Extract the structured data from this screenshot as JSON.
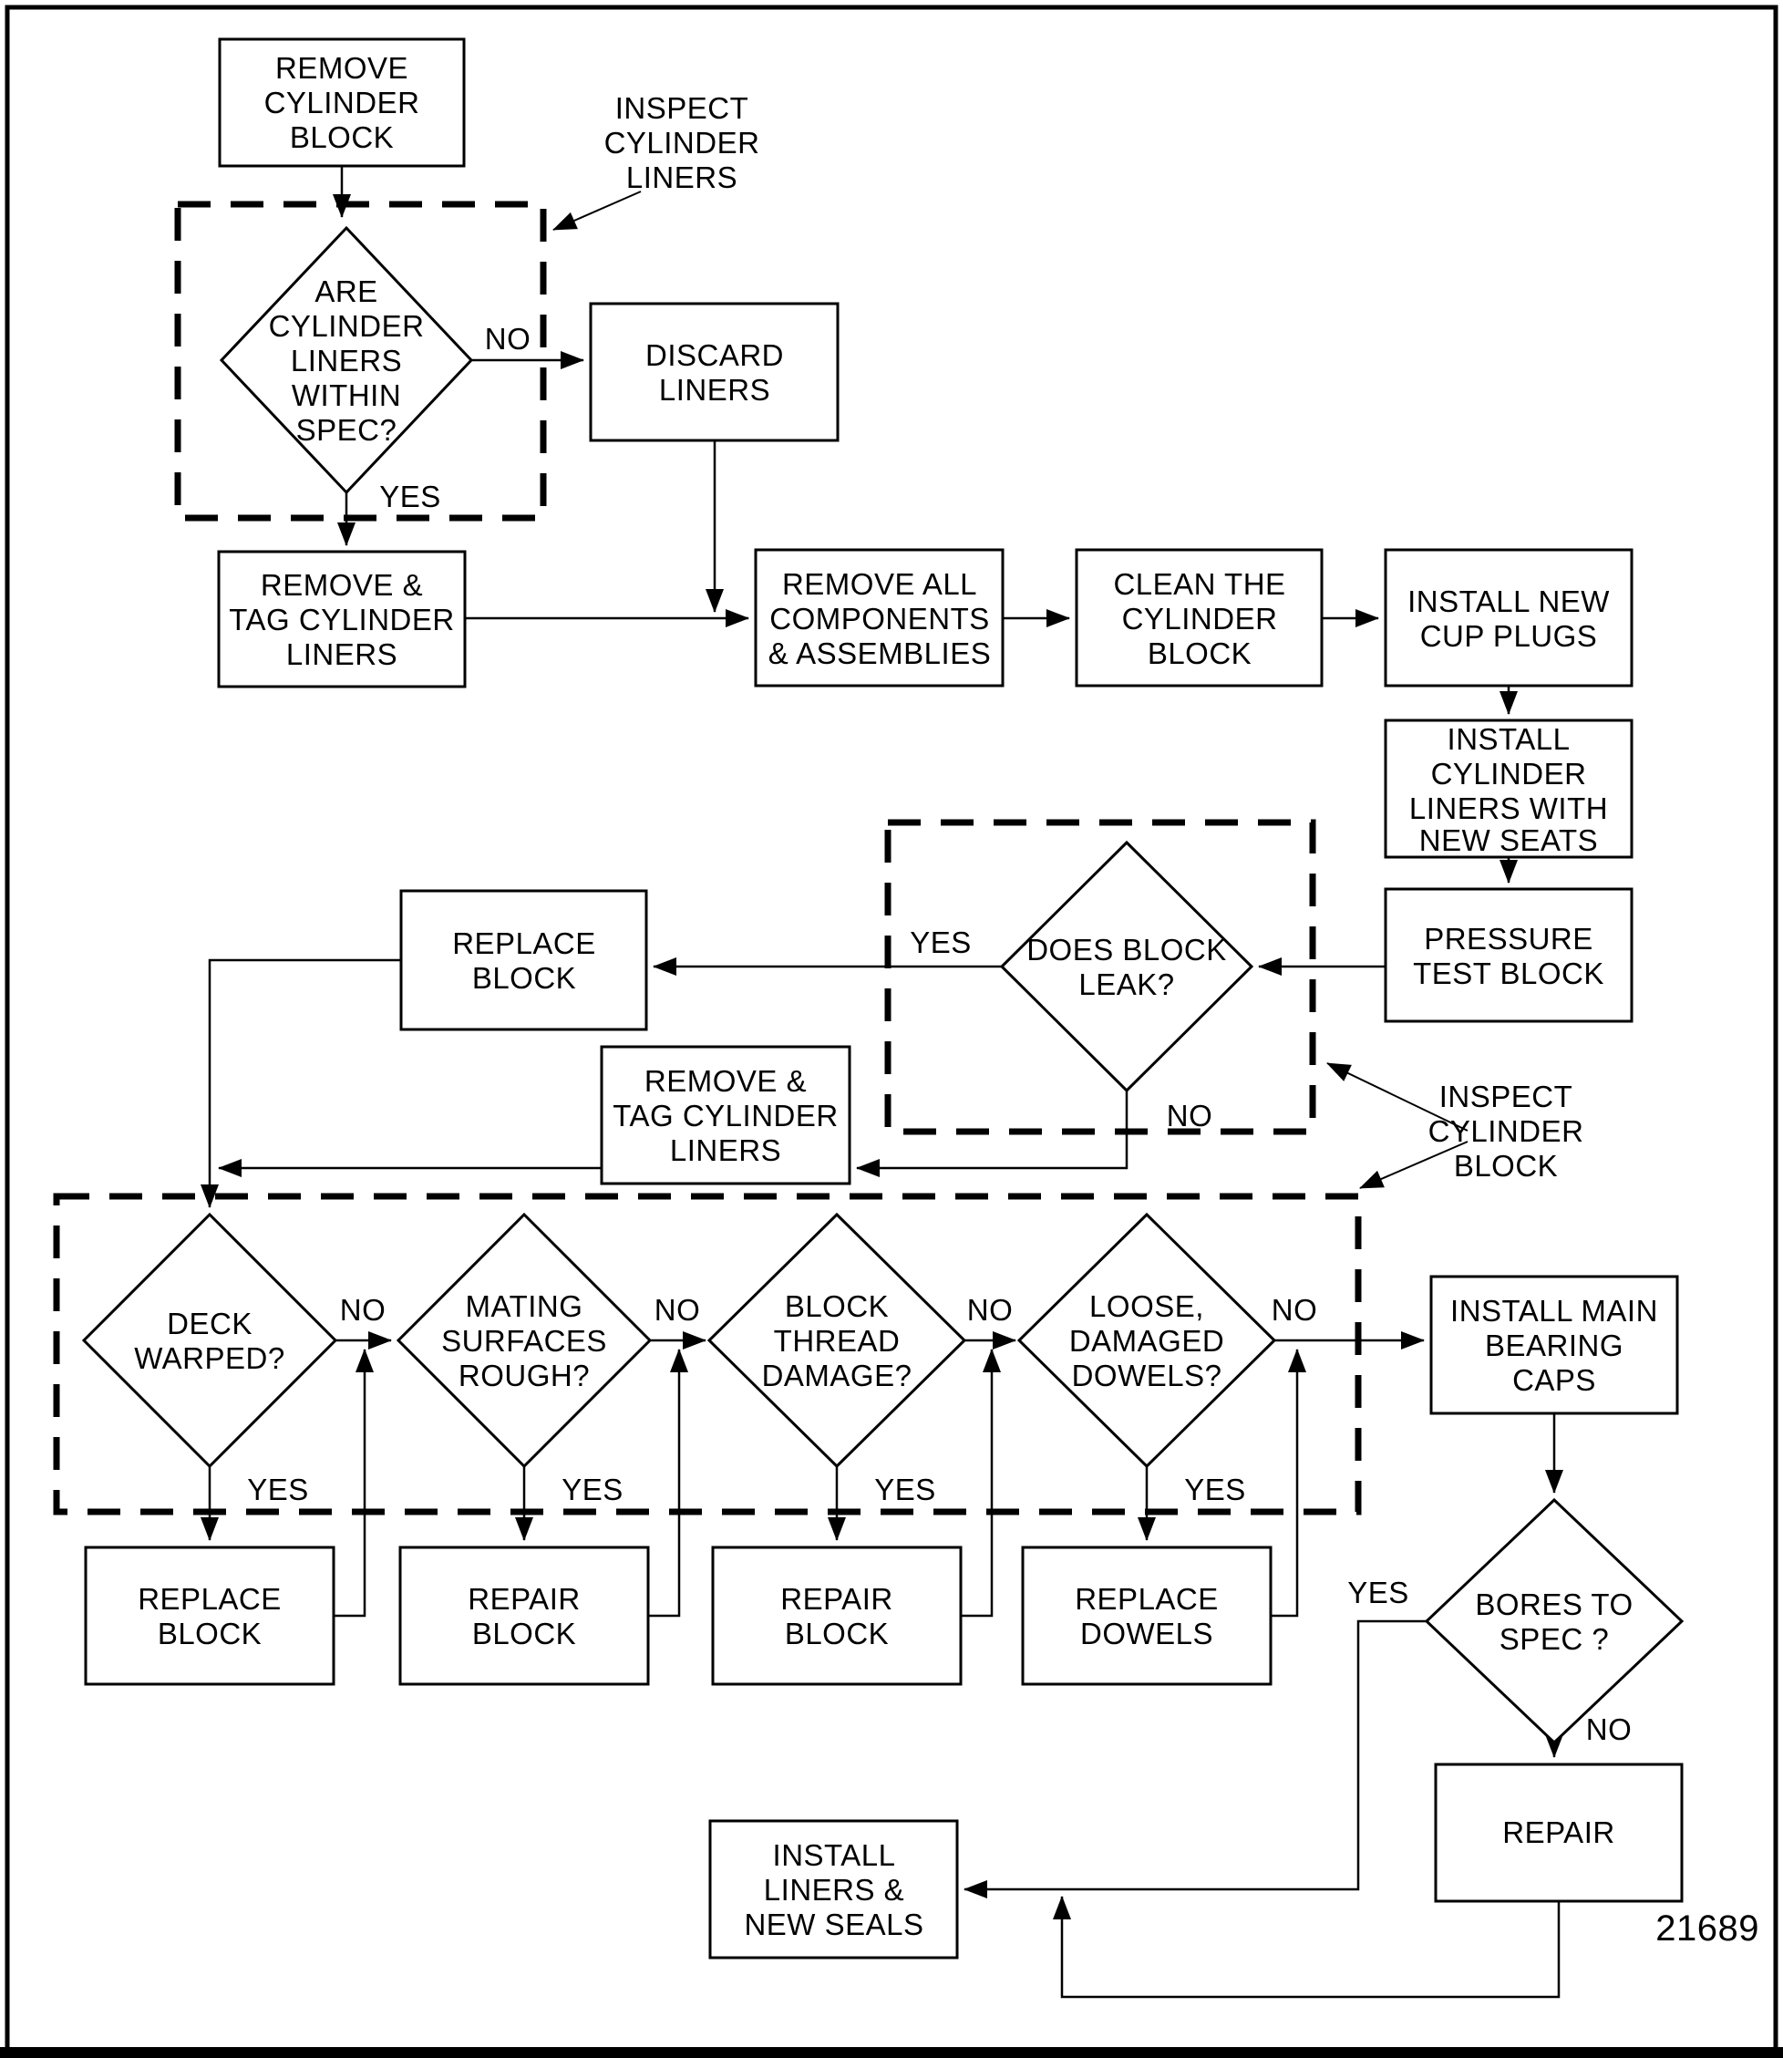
{
  "figure_number": "21689",
  "labels": {
    "yes": "YES",
    "no": "NO"
  },
  "annotations": {
    "inspect_cylinder_liners": {
      "lines": [
        "INSPECT",
        "CYLINDER",
        "LINERS"
      ]
    },
    "inspect_cylinder_block": {
      "lines": [
        "INSPECT",
        "CYLINDER",
        "BLOCK"
      ]
    }
  },
  "nodes": {
    "remove_cylinder_block": {
      "type": "process",
      "lines": [
        "REMOVE",
        "CYLINDER",
        "BLOCK"
      ]
    },
    "are_cylinder_liners_within_spec": {
      "type": "decision",
      "lines": [
        "ARE",
        "CYLINDER",
        "LINERS",
        "WITHIN",
        "SPEC?"
      ]
    },
    "discard_liners": {
      "type": "process",
      "lines": [
        "DISCARD",
        "LINERS"
      ]
    },
    "remove_tag_cylinder_liners_1": {
      "type": "process",
      "lines": [
        "REMOVE &",
        "TAG CYLINDER",
        "LINERS"
      ]
    },
    "remove_all_components": {
      "type": "process",
      "lines": [
        "REMOVE ALL",
        "COMPONENTS",
        "& ASSEMBLIES"
      ]
    },
    "clean_cylinder_block": {
      "type": "process",
      "lines": [
        "CLEAN THE",
        "CYLINDER",
        "BLOCK"
      ]
    },
    "install_new_cup_plugs": {
      "type": "process",
      "lines": [
        "INSTALL NEW",
        "CUP PLUGS"
      ]
    },
    "install_cylinder_liners_new_seats": {
      "type": "process",
      "lines": [
        "INSTALL",
        "CYLINDER",
        "LINERS WITH",
        "NEW SEATS"
      ]
    },
    "pressure_test_block": {
      "type": "process",
      "lines": [
        "PRESSURE",
        "TEST BLOCK"
      ]
    },
    "does_block_leak": {
      "type": "decision",
      "lines": [
        "DOES BLOCK",
        "LEAK?"
      ]
    },
    "replace_block_mid": {
      "type": "process",
      "lines": [
        "REPLACE",
        "BLOCK"
      ]
    },
    "remove_tag_cylinder_liners_2": {
      "type": "process",
      "lines": [
        "REMOVE &",
        "TAG CYLINDER",
        "LINERS"
      ]
    },
    "deck_warped": {
      "type": "decision",
      "lines": [
        "DECK",
        "WARPED?"
      ]
    },
    "mating_surfaces_rough": {
      "type": "decision",
      "lines": [
        "MATING",
        "SURFACES",
        "ROUGH?"
      ]
    },
    "block_thread_damage": {
      "type": "decision",
      "lines": [
        "BLOCK",
        "THREAD",
        "DAMAGE?"
      ]
    },
    "loose_damaged_dowels": {
      "type": "decision",
      "lines": [
        "LOOSE,",
        "DAMAGED",
        "DOWELS?"
      ]
    },
    "replace_block_bottom": {
      "type": "process",
      "lines": [
        "REPLACE",
        "BLOCK"
      ]
    },
    "repair_block_1": {
      "type": "process",
      "lines": [
        "REPAIR",
        "BLOCK"
      ]
    },
    "repair_block_2": {
      "type": "process",
      "lines": [
        "REPAIR",
        "BLOCK"
      ]
    },
    "replace_dowels": {
      "type": "process",
      "lines": [
        "REPLACE",
        "DOWELS"
      ]
    },
    "install_main_bearing_caps": {
      "type": "process",
      "lines": [
        "INSTALL MAIN",
        "BEARING",
        "CAPS"
      ]
    },
    "bores_to_spec": {
      "type": "decision",
      "lines": [
        "BORES TO",
        "SPEC ?"
      ]
    },
    "repair": {
      "type": "process",
      "lines": [
        "REPAIR"
      ]
    },
    "install_liners_new_seals": {
      "type": "process",
      "lines": [
        "INSTALL",
        "LINERS &",
        "NEW SEALS"
      ]
    }
  },
  "colors": {
    "line": "#000000",
    "background": "#ffffff"
  }
}
